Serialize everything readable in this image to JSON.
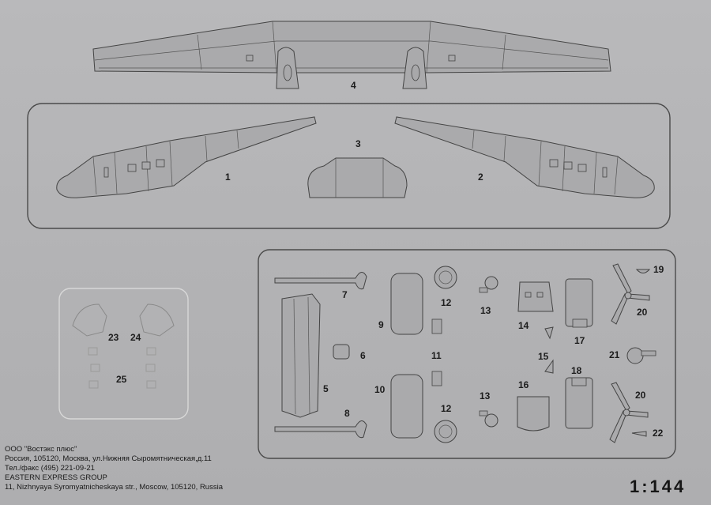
{
  "part_numbers": {
    "p1": "1",
    "p2": "2",
    "p3": "3",
    "p4": "4",
    "p5": "5",
    "p6": "6",
    "p7": "7",
    "p8": "8",
    "p9": "9",
    "p10": "10",
    "p11": "11",
    "p12a": "12",
    "p12b": "12",
    "p13a": "13",
    "p13b": "13",
    "p14": "14",
    "p15": "15",
    "p16": "16",
    "p17": "17",
    "p18": "18",
    "p19": "19",
    "p20a": "20",
    "p20b": "20",
    "p21": "21",
    "p22": "22",
    "p23": "23",
    "p24": "24",
    "p25": "25"
  },
  "publisher": {
    "line1": "ООО \"Востэкс плюс\"",
    "line2": "Россия, 105120, Москва, ул.Нижняя Сыромятническая,д.11",
    "line3": "Тел./факс (495) 221-09-21",
    "line4": "EASTERN EXPRESS GROUP",
    "line5": "11, Nizhnyaya Syromyatnicheskaya str., Moscow, 105120, Russia"
  },
  "scale": "1:144",
  "colors": {
    "paper": "#b4b4b6",
    "line": "#444444",
    "text": "#1c1c1c"
  }
}
